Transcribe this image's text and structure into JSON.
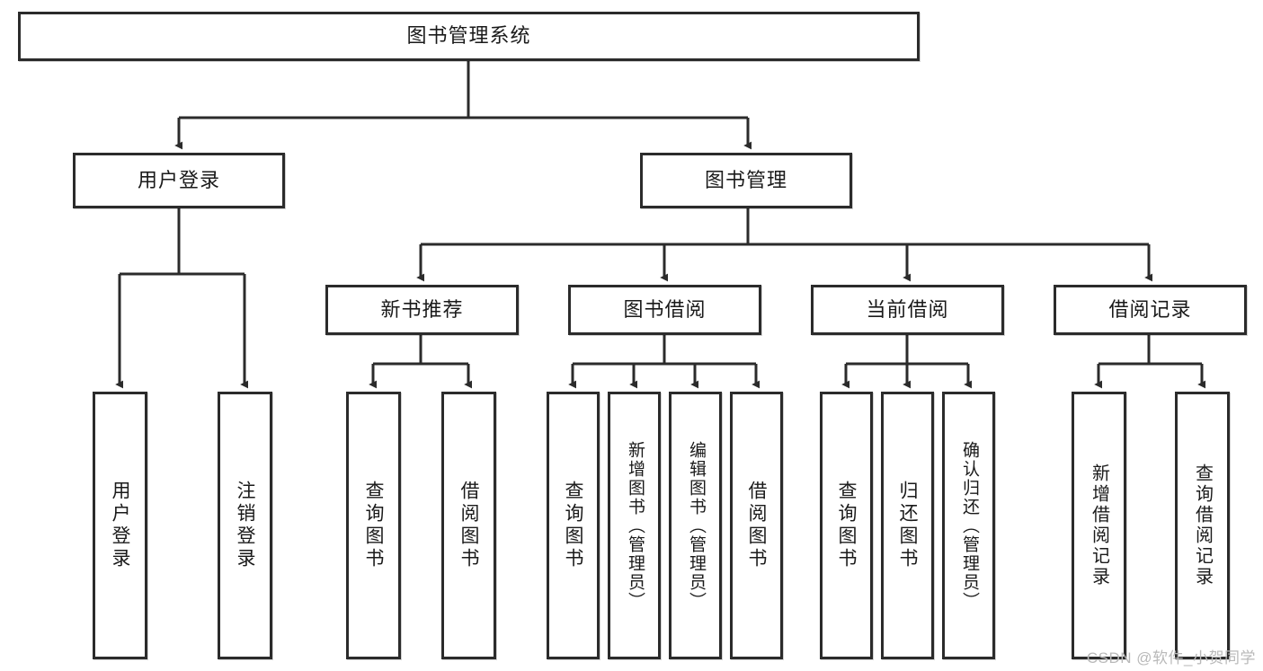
{
  "diagram": {
    "title": "图书管理系统",
    "type": "功能结构图",
    "stroke_color": "#2b2b2b",
    "fill_color": "#ffffff",
    "text_color": "#1a1a1a"
  },
  "root": {
    "label": "图书管理系统"
  },
  "level2": [
    {
      "label": "用户登录"
    },
    {
      "label": "图书管理"
    }
  ],
  "level3": [
    {
      "label": "新书推荐"
    },
    {
      "label": "图书借阅"
    },
    {
      "label": "当前借阅"
    },
    {
      "label": "借阅记录"
    }
  ],
  "leaves": {
    "user_login": [
      {
        "label": "用户登录"
      },
      {
        "label": "注销登录"
      }
    ],
    "new_book_recommend": [
      {
        "label": "查询图书"
      },
      {
        "label": "借阅图书"
      }
    ],
    "book_borrow": [
      {
        "label": "查询图书"
      },
      {
        "label": "新增图书（管理员）"
      },
      {
        "label": "编辑图书（管理员）"
      },
      {
        "label": "借阅图书"
      }
    ],
    "current_borrow": [
      {
        "label": "查询图书"
      },
      {
        "label": "归还图书"
      },
      {
        "label": "确认归还（管理员）"
      }
    ],
    "borrow_record": [
      {
        "label": "新增借阅记录"
      },
      {
        "label": "查询借阅记录"
      }
    ]
  },
  "watermark": {
    "text": "CSDN @软件_小贺同学"
  }
}
